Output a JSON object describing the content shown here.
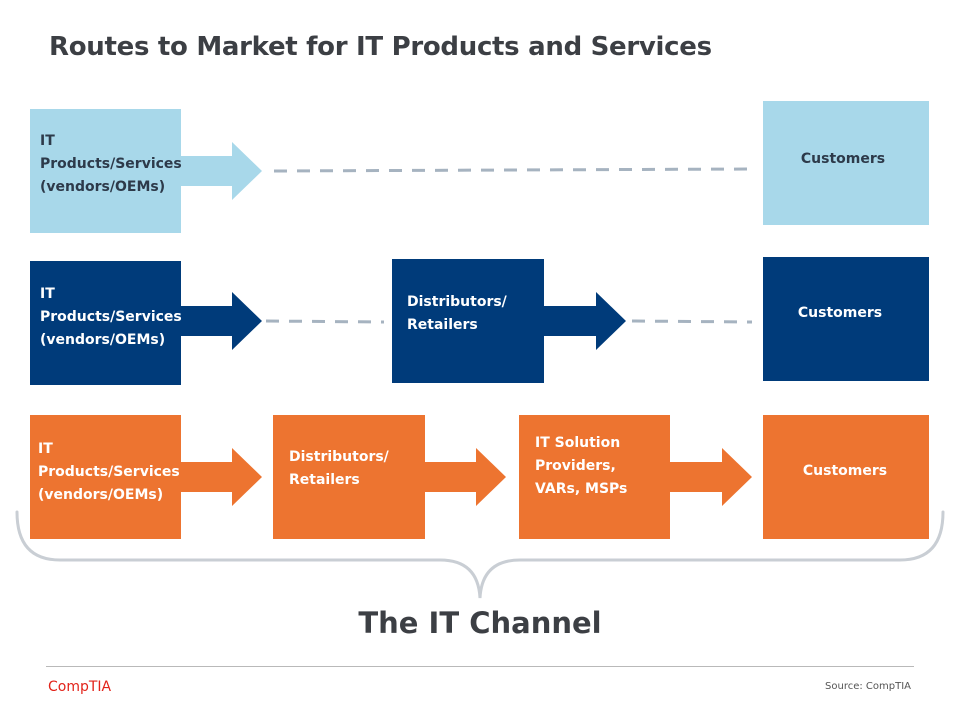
{
  "title": "Routes to Market for IT Products and Services",
  "colors": {
    "light_blue": "#a8d8ea",
    "dark_blue": "#003b7a",
    "orange": "#ed7430",
    "dashed_line": "#a6b3c0",
    "brace": "#c9ced4",
    "logo_red": "#e2231a"
  },
  "rows": [
    {
      "vendor": "IT\nProducts/Services\n(vendors/OEMs)",
      "customers": "Customers"
    },
    {
      "vendor": "IT\nProducts/Services\n(vendors/OEMs)",
      "distributors": "Distributors/\nRetailers",
      "customers": "Customers"
    },
    {
      "vendor": "IT\nProducts/Services\n(vendors/OEMs)",
      "distributors": "Distributors/\nRetailers",
      "solution_providers": "IT Solution\nProviders,\nVARs, MSPs",
      "customers": "Customers"
    }
  ],
  "channel_label": "The IT Channel",
  "footer": {
    "logo": "CompTIA",
    "source": "Source: CompTIA"
  }
}
